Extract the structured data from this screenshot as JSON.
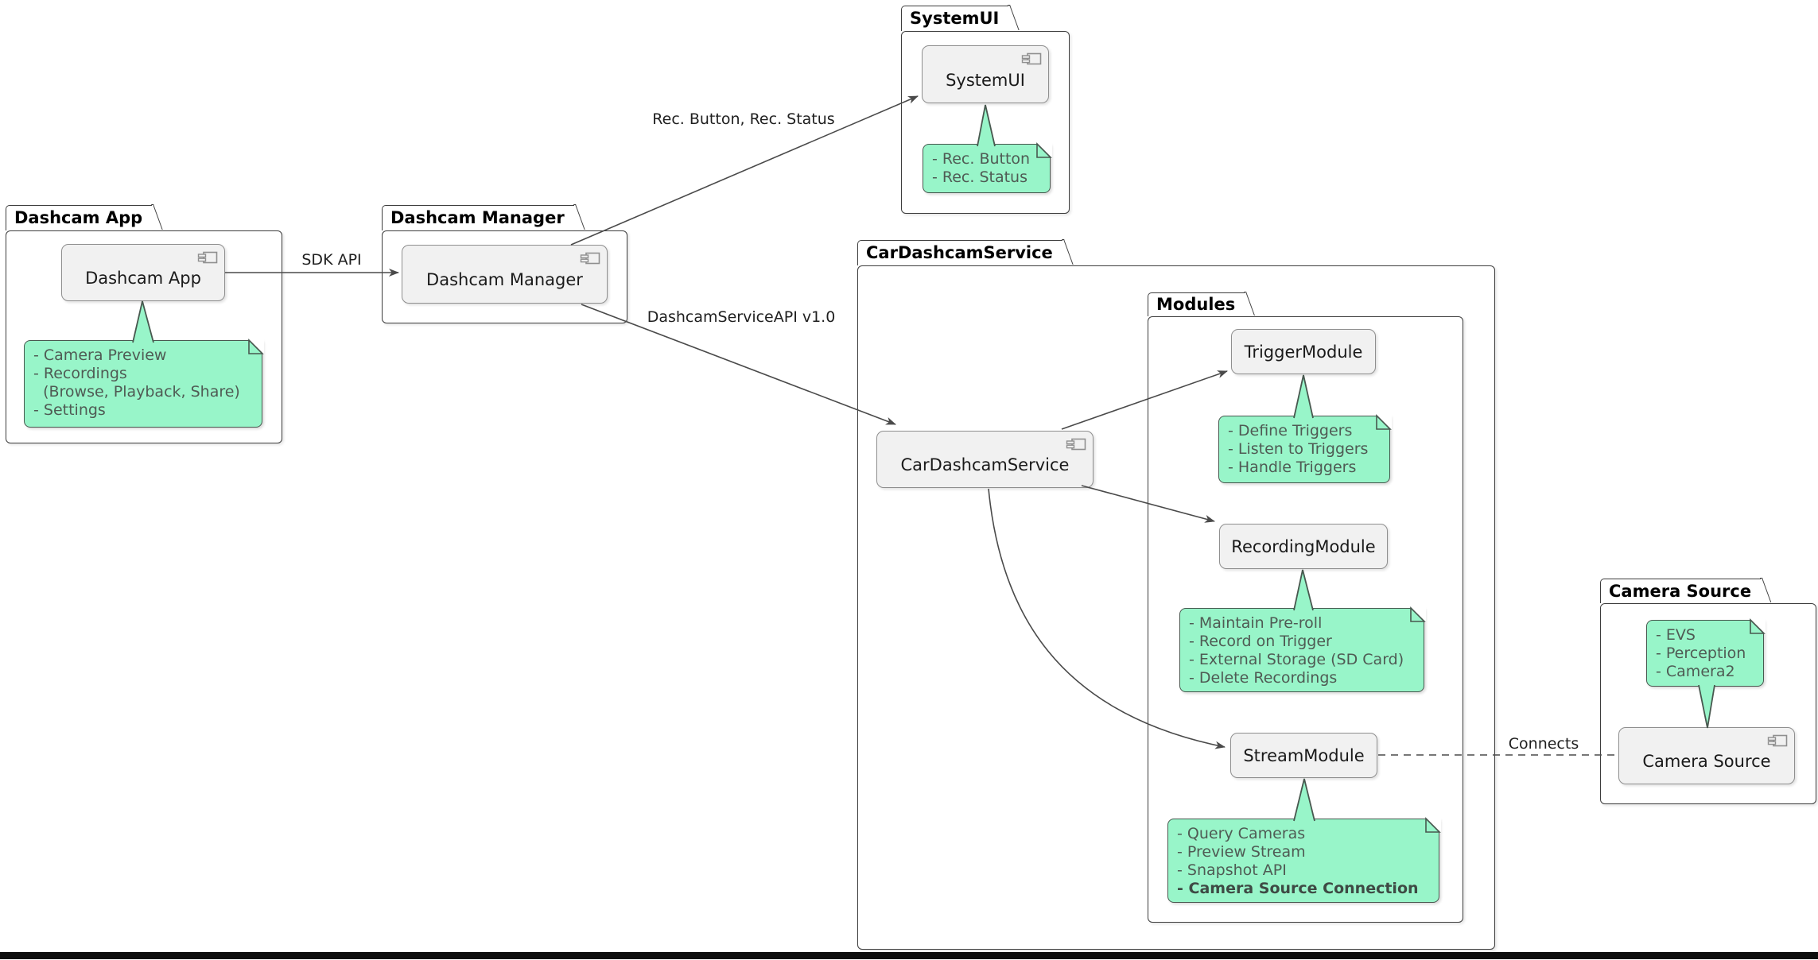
{
  "diagram": {
    "packages": {
      "dashcam_app": "Dashcam App",
      "dashcam_manager": "Dashcam Manager",
      "systemui": "SystemUI",
      "car_dashcam_service": "CarDashcamService",
      "modules": "Modules",
      "camera_source": "Camera Source"
    },
    "components": {
      "dashcam_app": "Dashcam App",
      "dashcam_manager": "Dashcam Manager",
      "systemui": "SystemUI",
      "car_dashcam_service": "CarDashcamService",
      "trigger_module": "TriggerModule",
      "recording_module": "RecordingModule",
      "stream_module": "StreamModule",
      "camera_source": "Camera Source"
    },
    "notes": {
      "dashcam_app": {
        "lines": [
          "- Camera Preview",
          "- Recordings",
          "  (Browse, Playback, Share)",
          "- Settings"
        ]
      },
      "systemui": {
        "lines": [
          "- Rec. Button",
          "- Rec. Status"
        ]
      },
      "trigger_module": {
        "lines": [
          "- Define Triggers",
          "- Listen to Triggers",
          "- Handle Triggers"
        ]
      },
      "recording_module": {
        "lines": [
          "- Maintain Pre-roll",
          "- Record on Trigger",
          "- External Storage (SD Card)",
          "- Delete Recordings"
        ]
      },
      "stream_module": {
        "lines": [
          "- Query Cameras",
          "- Preview Stream",
          "- Snapshot API",
          "- Camera Source Connection"
        ]
      },
      "camera_source": {
        "lines": [
          "- EVS",
          "- Perception",
          "- Camera2"
        ]
      }
    },
    "edges": {
      "sdk_api": "SDK API",
      "rec_button_status": "Rec. Button, Rec. Status",
      "service_api": "DashcamServiceAPI v1.0",
      "connects": "Connects"
    },
    "colors": {
      "note_fill": "#98F5C9",
      "note_border": "#48584F",
      "note_text": "#4F5B54",
      "component_fill": "#F1F1F1",
      "component_border": "#8F8F8F",
      "package_border": "#3D3D3D",
      "arrow": "#4A4A4A",
      "bottom_bar": "#0D0D0D"
    }
  }
}
